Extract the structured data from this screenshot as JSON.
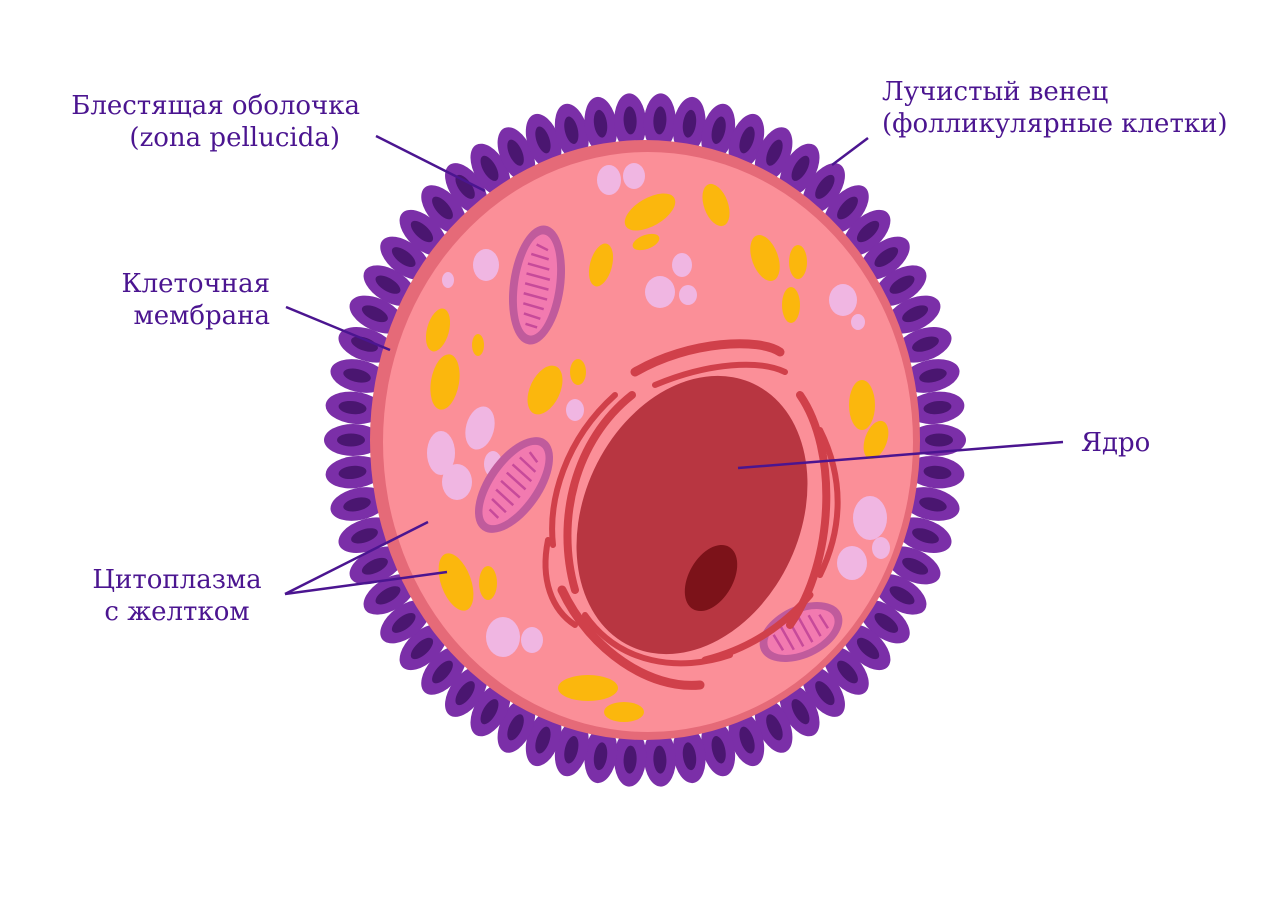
{
  "labels": {
    "zona": {
      "line1": "Блестящая оболочка",
      "line2": "(zona pellucida)"
    },
    "corona": {
      "line1": "Лучистый венец",
      "line2": "(фолликулярные клетки)"
    },
    "membrane": {
      "line1": "Клеточная",
      "line2": "мембрана"
    },
    "nucleus": {
      "line1": "Ядро"
    },
    "cytoplasm": {
      "line1": "Цитоплазма",
      "line2": "с желтком"
    }
  },
  "colors": {
    "label_text": "#4b1590",
    "leader_line": "#4b1590",
    "follicle_cell": "#7b2fa8",
    "follicle_nucleus": "#4a1670",
    "zona_pellucida": "#e56a78",
    "cytoplasm": "#fb8f98",
    "nucleus": "#b83641",
    "nucleolus": "#7c1219",
    "er": "#d0404a",
    "yolk": "#fbb70d",
    "vesicle": "#f0b6e2",
    "mitochondrion": "#f27ab0",
    "mitochondrion_outline": "#c05b9c"
  }
}
